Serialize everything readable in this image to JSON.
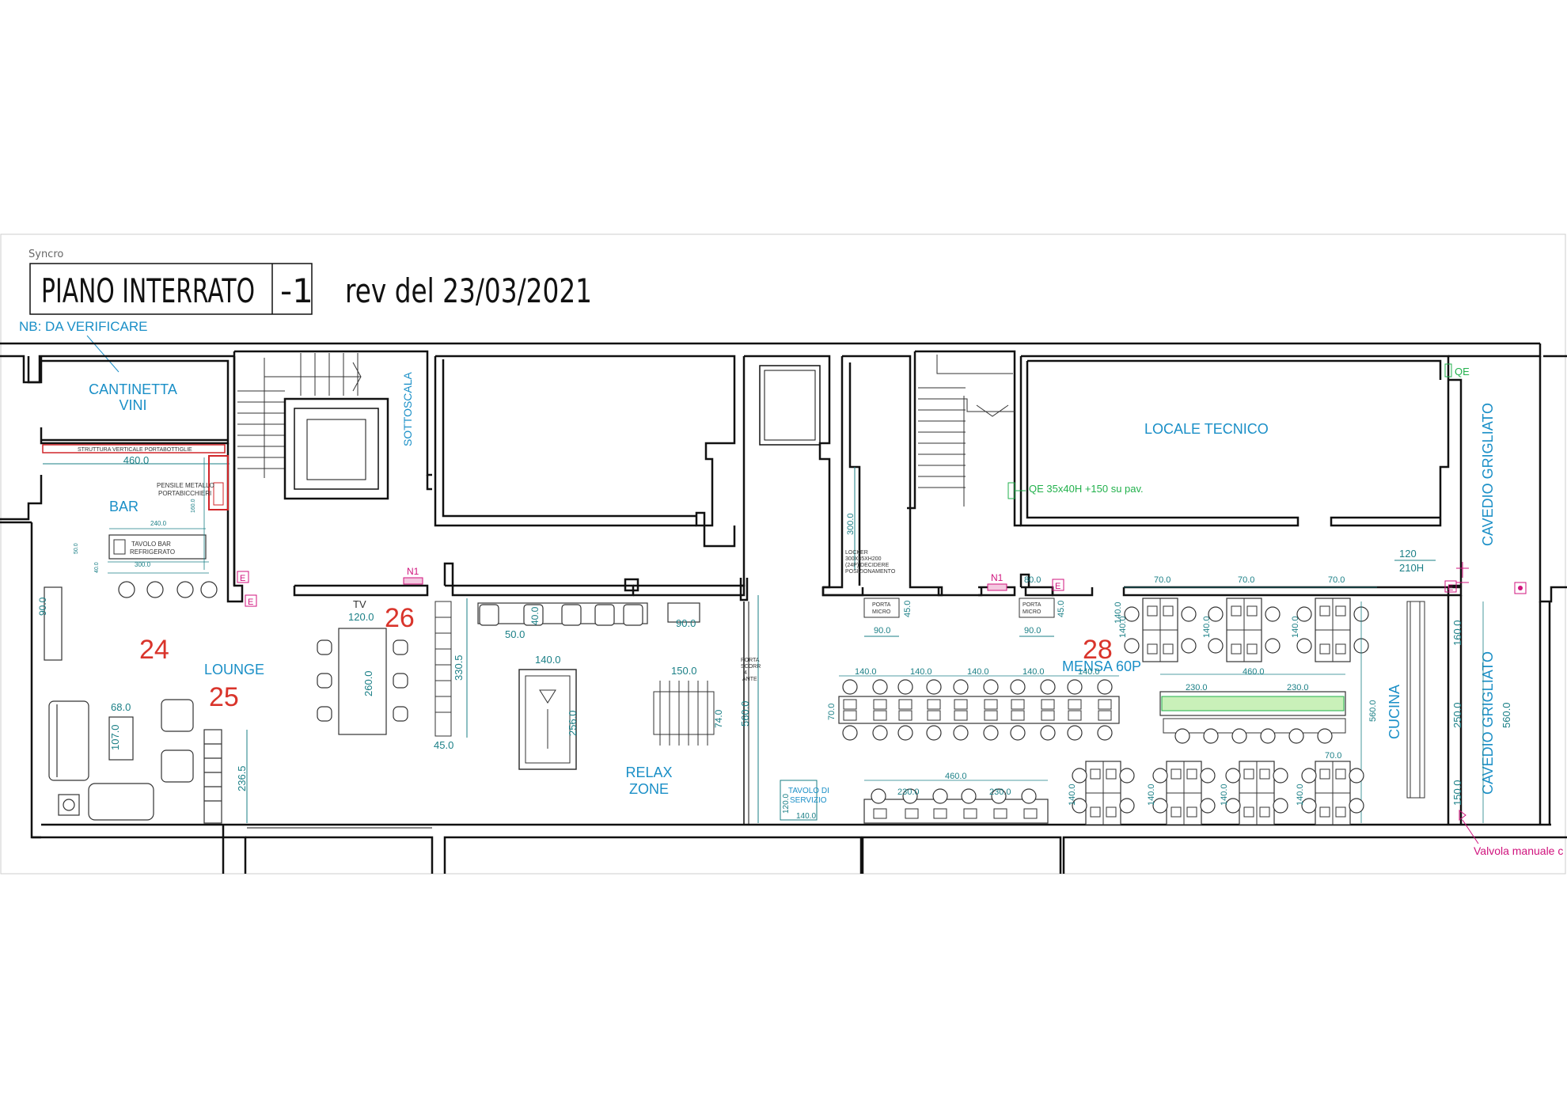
{
  "header": {
    "brand": "Syncro",
    "title": "PIANO INTERRATO",
    "level": "-1",
    "revision": "rev del 23/03/2021",
    "note": "NB: DA VERIFICARE"
  },
  "rooms": {
    "cantinetta_line1": "CANTINETTA",
    "cantinetta_line2": "VINI",
    "bar": "BAR",
    "sottoscala": "SOTTOSCALA",
    "locale_tecnico": "LOCALE TECNICO",
    "cavedio_top": "CAVEDIO GRIGLIATO",
    "cavedio_bottom": "CAVEDIO GRIGLIATO",
    "lounge": "LOUNGE",
    "relax_line1": "RELAX",
    "relax_line2": "ZONE",
    "mensa": "MENSA 60P",
    "cucina": "CUCINA",
    "tv": "TV"
  },
  "zone_numbers": {
    "z24": "24",
    "z25": "25",
    "z26": "26",
    "z28": "28"
  },
  "annotations": {
    "struttura": "STRUTTURA VERTICALE PORTABOTTIGLIE",
    "pensile_line1": "PENSILE METALLO",
    "pensile_line2": "PORTABICCHIERI",
    "tavolo_bar_line1": "TAVOLO BAR",
    "tavolo_bar_line2": "REFRIGERATO",
    "locker_line1": "LOCKER",
    "locker_line2": "300X35XH200",
    "locker_line3": "(24P) DECIDERE",
    "locker_line4": "POSIZIONAMENTO",
    "porta_micro_line1": "PORTA",
    "porta_micro_line2": "MICRO",
    "porta_scorr_line1": "PORTA",
    "porta_scorr_line2": "SCORR",
    "porta_scorr_line3": "4",
    "porta_scorr_line4": "ANTE",
    "tavolo_servizio_line1": "TAVOLO DI",
    "tavolo_servizio_line2": "SERVIZIO",
    "qe_note": "QE 35x40H +150 su pav.",
    "qe": "QE",
    "valvola": "Valvola manuale c",
    "n1": "N1",
    "e": "E",
    "dim_120_210_a": "120",
    "dim_120_210_b": "210H"
  },
  "dimensions": {
    "d460_bar": "460.0",
    "d240": "240.0",
    "d300_bar": "300.0",
    "d50_bar": "50.0",
    "d40_bar": "40.0",
    "d160_bar": "160.0",
    "d90_lounge": "90.0",
    "d68": "68.0",
    "d107": "107.0",
    "d236": "236.5",
    "d120_tv": "120.0",
    "d260": "260.0",
    "d330": "330.5",
    "d45_a": "45.0",
    "d50_relax": "50.0",
    "d40_relax": "40.0",
    "d90_relax": "90.0",
    "d140_bil": "140.0",
    "d256": "256.0",
    "d150_calc": "150.0",
    "d74": "74.0",
    "d560_mid": "560.0",
    "d300_locker": "300.0",
    "d45_micro1": "45.0",
    "d90_micro1": "90.0",
    "d80": "80.0",
    "d45_micro2": "45.0",
    "d90_micro2": "90.0",
    "d140_row1": "140.0",
    "d140_row2": "140.0",
    "d140_row3": "140.0",
    "d140_row4": "140.0",
    "d140_row5": "140.0",
    "d70_row": "70.0",
    "d70_g1": "70.0",
    "d70_g2": "70.0",
    "d70_g3": "70.0",
    "d140_g1": "140.0",
    "d140_g2": "140.0",
    "d140_g3": "140.0",
    "d460_isola": "460.0",
    "d230_isola1": "230.0",
    "d230_isola2": "230.0",
    "d560_cucina": "560.0",
    "d160_cav": "160.0",
    "d250_cav": "250.0",
    "d560_cav": "560.0",
    "d150_cav": "150.0",
    "d460_serv": "460.0",
    "d230_serv1": "230.0",
    "d230_serv2": "230.0",
    "d120_serv": "120.0",
    "d140_serv": "140.0",
    "d140_b1": "140.0",
    "d140_b2": "140.0",
    "d140_b3": "140.0",
    "d140_b4": "140.0",
    "d70_b": "70.0"
  },
  "colors": {
    "wall": "#111111",
    "room_label": "#1a8fc7",
    "dimension": "#1a7f86",
    "zone_number": "#d9342b",
    "green_note": "#22b14c",
    "magenta": "#d0137d",
    "red_box": "#d0262a"
  }
}
